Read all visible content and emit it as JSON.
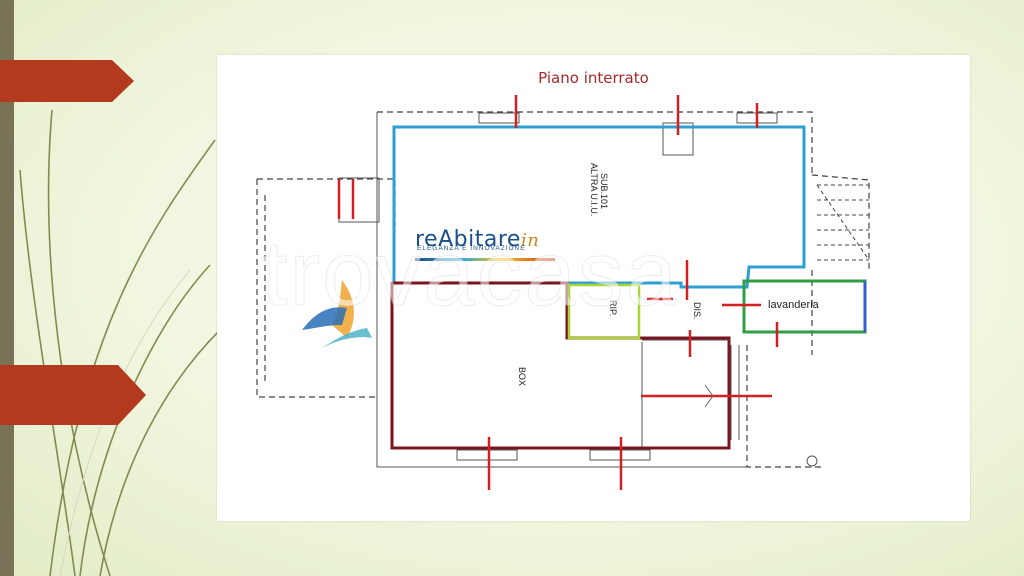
{
  "slide": {
    "title": "Piano interrato"
  },
  "rooms": {
    "altra_uiu_line1": "ALTRA U.I.U.",
    "altra_uiu_line2": "SUB.101",
    "box": "BOX",
    "rip": "RIP.",
    "dis": "DIS.",
    "lavanderia": "lavanderia"
  },
  "logo": {
    "name": "reAbitare",
    "suffix": "in",
    "tagline": "ELEGANZA E INNOVAZIONE"
  },
  "watermark": {
    "text": "trovacasa"
  },
  "colors": {
    "unit_outline": "#2e9fd4",
    "box_outline": "#7a1420",
    "rip_outline": "#a6d631",
    "lavanderia_outline": "#2f9e46",
    "lavanderia_edge": "#2e5fd4",
    "markers": "#d42020",
    "left_bar": "#7a7257",
    "arrow_tabs": "#b33a1e"
  }
}
